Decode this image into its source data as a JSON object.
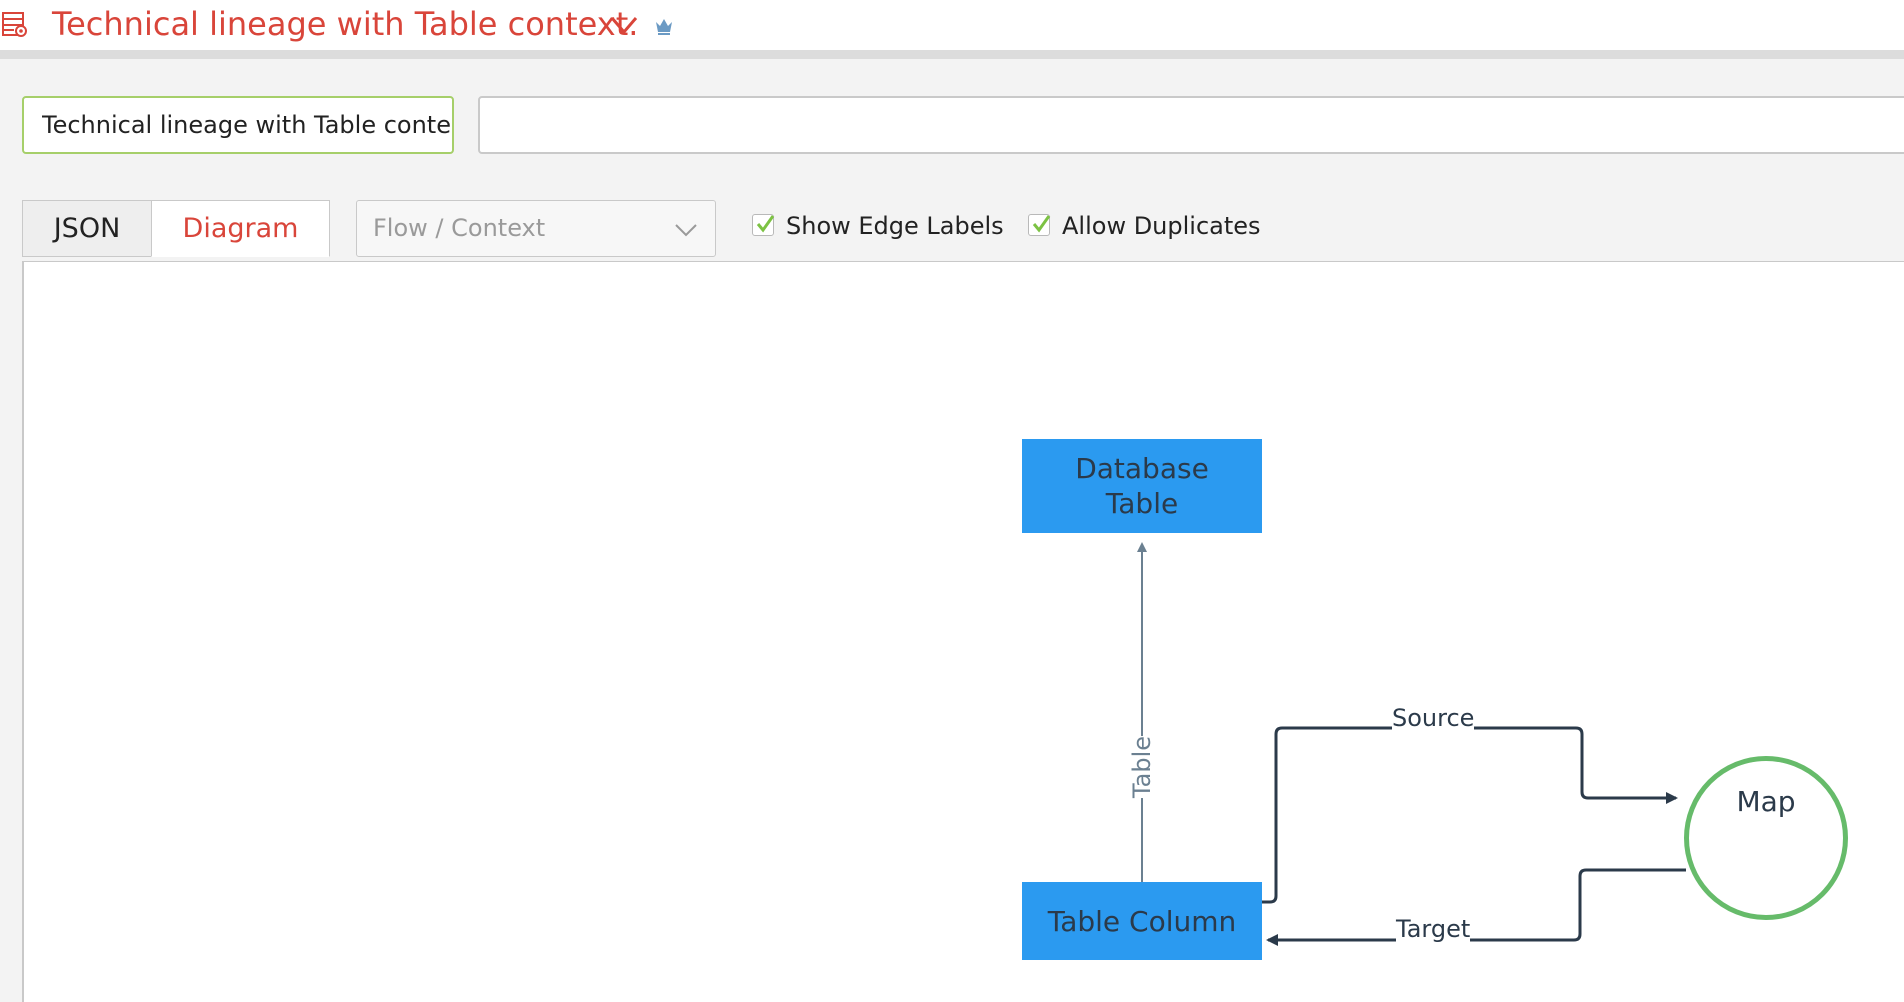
{
  "header": {
    "title": "Technical lineage with Table context.",
    "icon": "data-lineage-icon",
    "chevron_icon": "chevron-down-icon",
    "crown_icon": "crown-icon",
    "accent_color": "#d9453a"
  },
  "form": {
    "name_value": "Technical lineage with Table conte",
    "description_value": ""
  },
  "tabs": [
    {
      "label": "JSON",
      "active": false
    },
    {
      "label": "Diagram",
      "active": true
    }
  ],
  "mode_select": {
    "placeholder": "Flow / Context"
  },
  "options": {
    "show_edge_labels": {
      "label": "Show Edge Labels",
      "checked": true
    },
    "allow_duplicates": {
      "label": "Allow Duplicates",
      "checked": true
    }
  },
  "diagram": {
    "nodes": [
      {
        "label": "Database Table",
        "shape": "rectangle",
        "color": "#2b9af0"
      },
      {
        "label": "Table Column",
        "shape": "rectangle",
        "color": "#2b9af0"
      },
      {
        "label": "Map",
        "shape": "circle",
        "color": "#66bb6a"
      }
    ],
    "edges": [
      {
        "label": "Table",
        "from": "Table Column",
        "to": "Database Table"
      },
      {
        "label": "Source",
        "from": "Table Column",
        "to": "Map"
      },
      {
        "label": "Target",
        "from": "Map",
        "to": "Table Column"
      }
    ]
  }
}
